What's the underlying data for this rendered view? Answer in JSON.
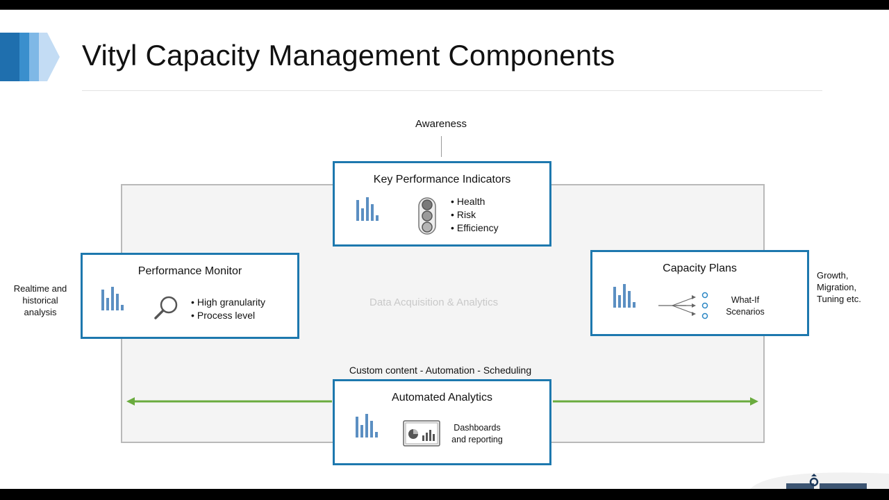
{
  "slide": {
    "title": "Vityl Capacity Management Components"
  },
  "labels": {
    "awareness": "Awareness",
    "left_side": "Realtime and\nhistorical\nanalysis",
    "right_side": "Growth,\nMigration,\nTuning etc.",
    "center_panel": "Data Acquisition & Analytics",
    "bottom_top": "Custom content - Automation - Scheduling"
  },
  "cards": {
    "kpi": {
      "title": "Key Performance Indicators",
      "bullets": [
        "Health",
        "Risk",
        "Efficiency"
      ]
    },
    "monitor": {
      "title": "Performance Monitor",
      "bullets": [
        "High granularity",
        "Process level"
      ]
    },
    "plans": {
      "title": "Capacity Plans",
      "text": "What-If\nScenarios"
    },
    "analytics": {
      "title": "Automated Analytics",
      "text": "Dashboards\nand reporting"
    }
  },
  "colors": {
    "card_border": "#1d78ae",
    "arrow_green": "#6aab3e",
    "icon_blue": "#5b8fc2"
  }
}
